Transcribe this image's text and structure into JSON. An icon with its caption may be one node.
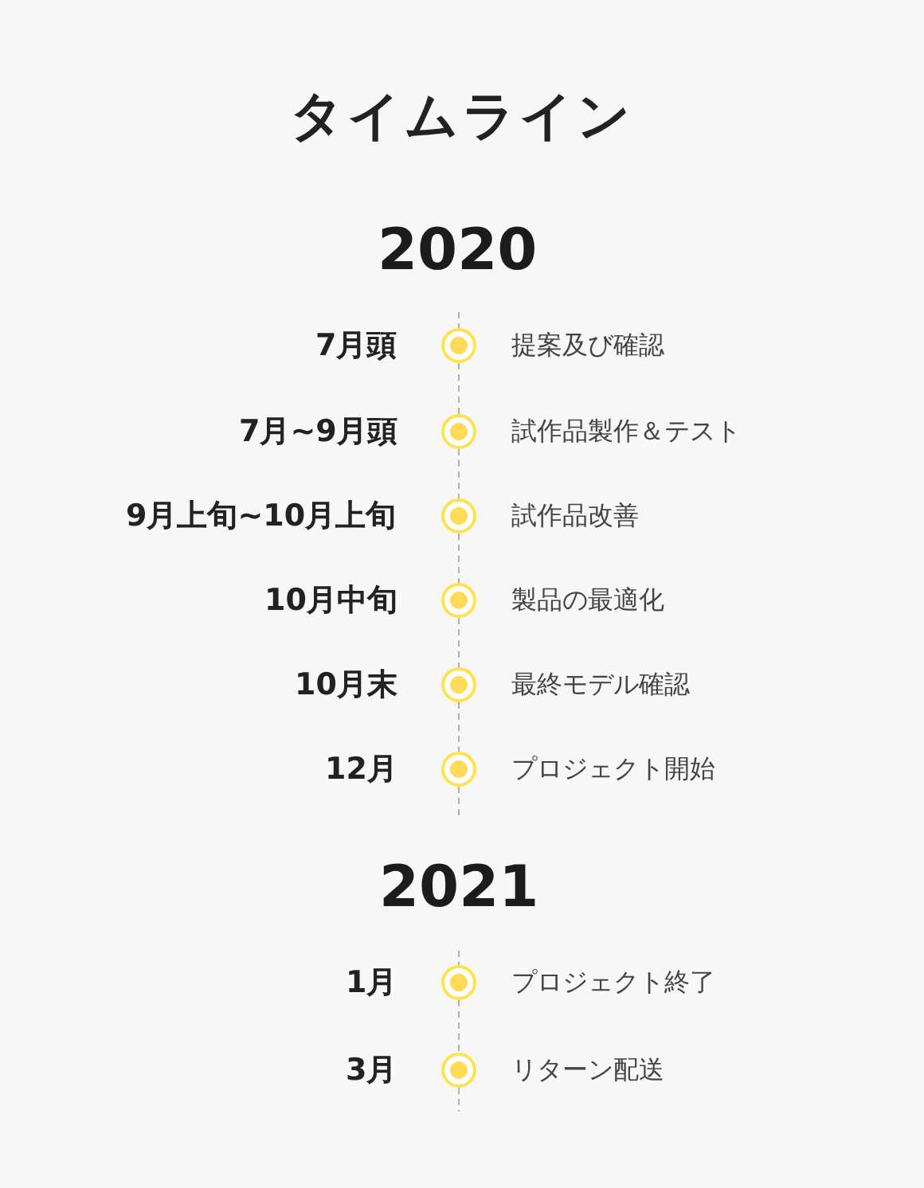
{
  "diagram": {
    "title": "タイムライン",
    "nodes": [
      {
        "text": [],
        "shape": "circle",
        "beside": [
          "7月頭",
          "提案及び確認"
        ]
      },
      {
        "text": [],
        "shape": "circle",
        "beside": [
          "7月~9月頭",
          "試作品製作＆テスト"
        ]
      },
      {
        "text": [],
        "shape": "circle",
        "beside": [
          "9月上旬~10月上旬",
          "試作品改善"
        ]
      },
      {
        "text": [],
        "shape": "circle",
        "beside": [
          "10月中旬",
          "製品の最適化"
        ]
      },
      {
        "text": [],
        "shape": "circle",
        "beside": [
          "10月末",
          "最終モデル確認"
        ]
      },
      {
        "text": [],
        "shape": "circle",
        "beside": [
          "12月",
          "プロジェクト開始"
        ]
      },
      {
        "text": [],
        "shape": "circle",
        "beside": [
          "1月",
          "プロジェクト終了"
        ]
      },
      {
        "text": [],
        "shape": "circle",
        "beside": [
          "3月",
          "リターン配送"
        ]
      }
    ],
    "edges": [
      {
        "from": null,
        "to": 0,
        "arrow": "none",
        "style": "dashed"
      },
      {
        "from": 0,
        "to": 1,
        "arrow": "none",
        "style": "dashed"
      },
      {
        "from": 1,
        "to": 2,
        "arrow": "none",
        "style": "dashed"
      },
      {
        "from": 2,
        "to": 3,
        "arrow": "none",
        "style": "dashed"
      },
      {
        "from": 3,
        "to": 4,
        "arrow": "none",
        "style": "dashed"
      },
      {
        "from": 4,
        "to": 5,
        "arrow": "none",
        "style": "dashed"
      },
      {
        "from": 5,
        "to": null,
        "arrow": "none",
        "style": "dashed"
      },
      {
        "from": null,
        "to": 6,
        "arrow": "none",
        "style": "dashed"
      },
      {
        "from": 6,
        "to": 7,
        "arrow": "none",
        "style": "dashed"
      },
      {
        "from": 7,
        "to": null,
        "arrow": "none",
        "style": "dashed"
      }
    ],
    "labels": [
      "2020",
      "2021"
    ]
  }
}
